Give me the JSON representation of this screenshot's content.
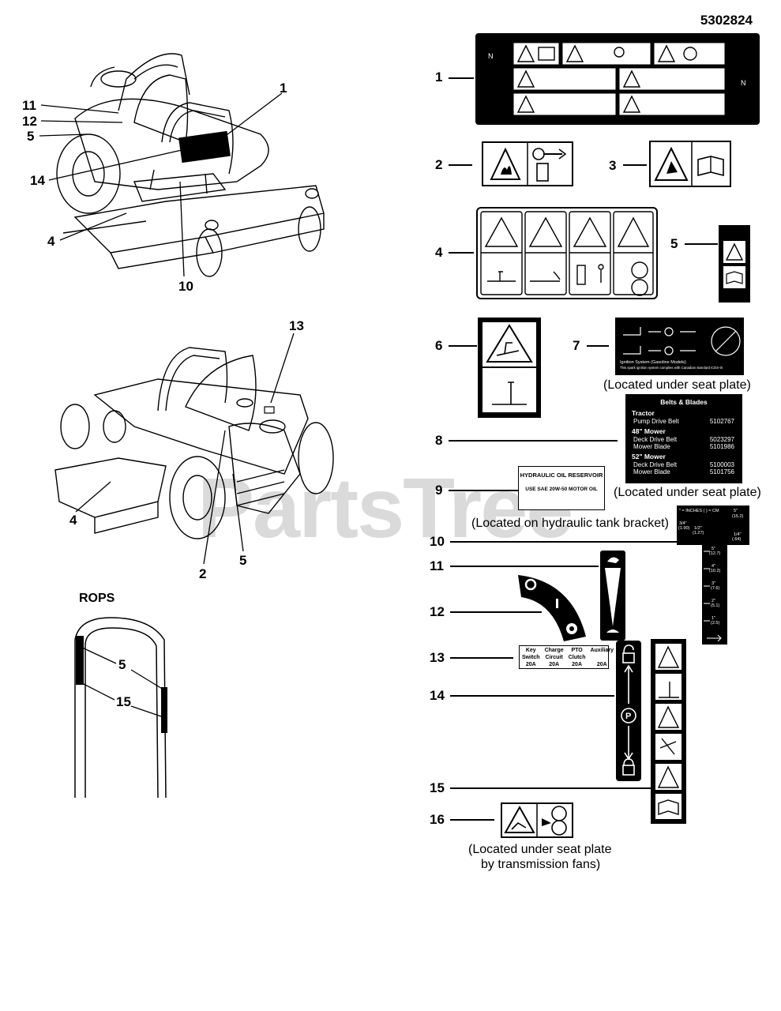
{
  "part_number": "5302824",
  "section_rops": "ROPS",
  "watermark": "PartsTree",
  "watermark_tm": "TM",
  "callouts_top_left": [
    "11",
    "12",
    "5",
    "14",
    "4",
    "10",
    "1"
  ],
  "callouts_mid_left": [
    "13",
    "4",
    "2",
    "5"
  ],
  "callouts_rops": [
    "5",
    "15"
  ],
  "items": [
    {
      "num": "1"
    },
    {
      "num": "2"
    },
    {
      "num": "3"
    },
    {
      "num": "4"
    },
    {
      "num": "5"
    },
    {
      "num": "6"
    },
    {
      "num": "7"
    },
    {
      "num": "8"
    },
    {
      "num": "9"
    },
    {
      "num": "10"
    },
    {
      "num": "11"
    },
    {
      "num": "12"
    },
    {
      "num": "13"
    },
    {
      "num": "14"
    },
    {
      "num": "15"
    },
    {
      "num": "16"
    }
  ],
  "captions": {
    "item7": "(Located under seat plate)",
    "item8": "(Located under seat plate)",
    "item9": "(Located on hydraulic tank bracket)",
    "item16_line1": "(Located under seat plate",
    "item16_line2": "by transmission fans)"
  },
  "decal8": {
    "title": "Belts & Blades",
    "group1": "Tractor",
    "row1_label": "Pump Drive Belt",
    "row1_value": "5102767",
    "group2": "48\" Mower",
    "row2_label": "Deck Drive Belt",
    "row2_value": "5023297",
    "row3_label": "Mower Blade",
    "row3_value": "5101986",
    "group3": "52\" Mower",
    "row4_label": "Deck Drive Belt",
    "row4_value": "5100003",
    "row5_label": "Mower Blade",
    "row5_value": "5101756"
  },
  "decal9": {
    "title": "HYDRAULIC OIL RESERVOIR",
    "text": "USE SAE 20W-50 MOTOR OIL"
  },
  "decal13": {
    "h1": "Key",
    "h1b": "Switch",
    "v1": "20A",
    "h2": "Charge",
    "h2b": "Circuit",
    "v2": "20A",
    "h3": "PTO",
    "h3b": "Clutch",
    "v3": "20A",
    "h4": "Auxiliary",
    "h4b": "",
    "v4": "20A"
  },
  "decal7": {
    "text": "Ignition System (Gasoline Models)",
    "subtext": "This spark ignition system complies with Canadian standard ICES-002"
  },
  "decal10": {
    "marks": [
      "5\"",
      "(15.2)",
      "3/4\"",
      "(1.90)",
      "1/2\"",
      "(1.27)",
      "1/4\"",
      "(.64)",
      "5\"",
      "(12.7)",
      "4\"",
      "(10.2)",
      "3\"",
      "(7.6)",
      "2\"",
      "(5.1)",
      "1\"",
      "(2.5)"
    ],
    "header": "\" = INCHES ( ) = CM"
  },
  "colors": {
    "ink": "#000000",
    "watermark": "#969696"
  }
}
